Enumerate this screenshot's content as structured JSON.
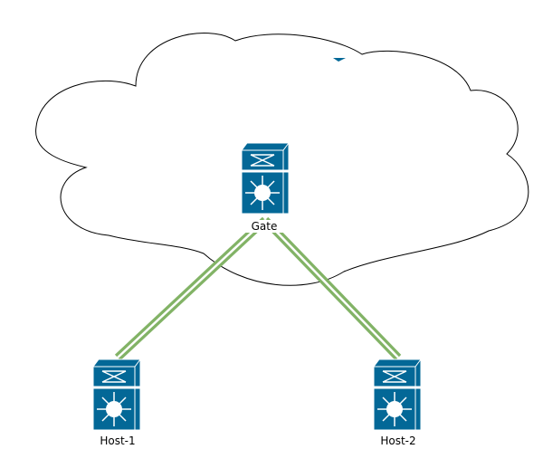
{
  "colors": {
    "device": "#036897",
    "link": "#82b366",
    "cloud_stroke": "#000000"
  },
  "nodes": [
    {
      "id": "gate",
      "label": "Gate",
      "icon": "layer3-switch-icon"
    },
    {
      "id": "host1",
      "label": "Host-1",
      "icon": "layer3-switch-icon"
    },
    {
      "id": "host2",
      "label": "Host-2",
      "icon": "layer3-switch-icon"
    }
  ],
  "links": [
    {
      "from": "Gate",
      "to": "Host-1"
    },
    {
      "from": "Gate",
      "to": "Host-2"
    }
  ]
}
